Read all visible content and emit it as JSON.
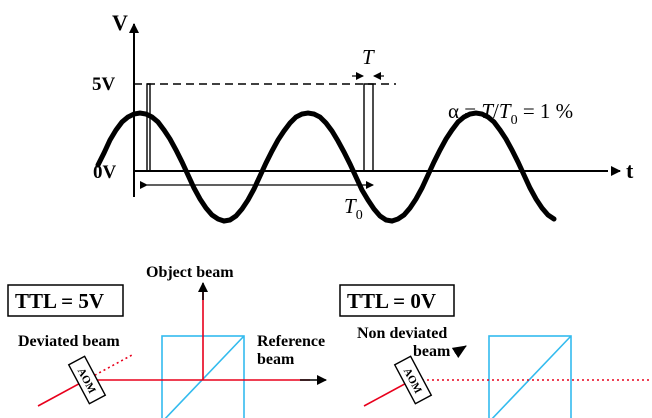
{
  "timing_plot": {
    "y_axis_label": "V",
    "x_axis_label": "t",
    "level_high": "5V",
    "level_low": "0V",
    "pulse_width_label": "T",
    "period_label": "T",
    "period_subscript": "0",
    "duty_cycle": {
      "prefix": "α = ",
      "T": "T",
      "slash": "/",
      "T0": "T",
      "sub": "0",
      "suffix": " = 1 %"
    }
  },
  "panels": {
    "left": {
      "ttl_label": "TTL = 5V",
      "beam_label": "Deviated beam",
      "object_beam_label": "Object beam",
      "reference_beam_label_line1": "Reference",
      "reference_beam_label_line2": "beam",
      "aom_label": "AOM"
    },
    "right": {
      "ttl_label": "TTL = 0V",
      "beam_label_line1": "Non deviated",
      "beam_label_line2": "beam",
      "aom_label": "AOM"
    }
  },
  "colors": {
    "beam": "#e8001c",
    "beamsplitter": "#33bbee",
    "ink": "#000000"
  }
}
